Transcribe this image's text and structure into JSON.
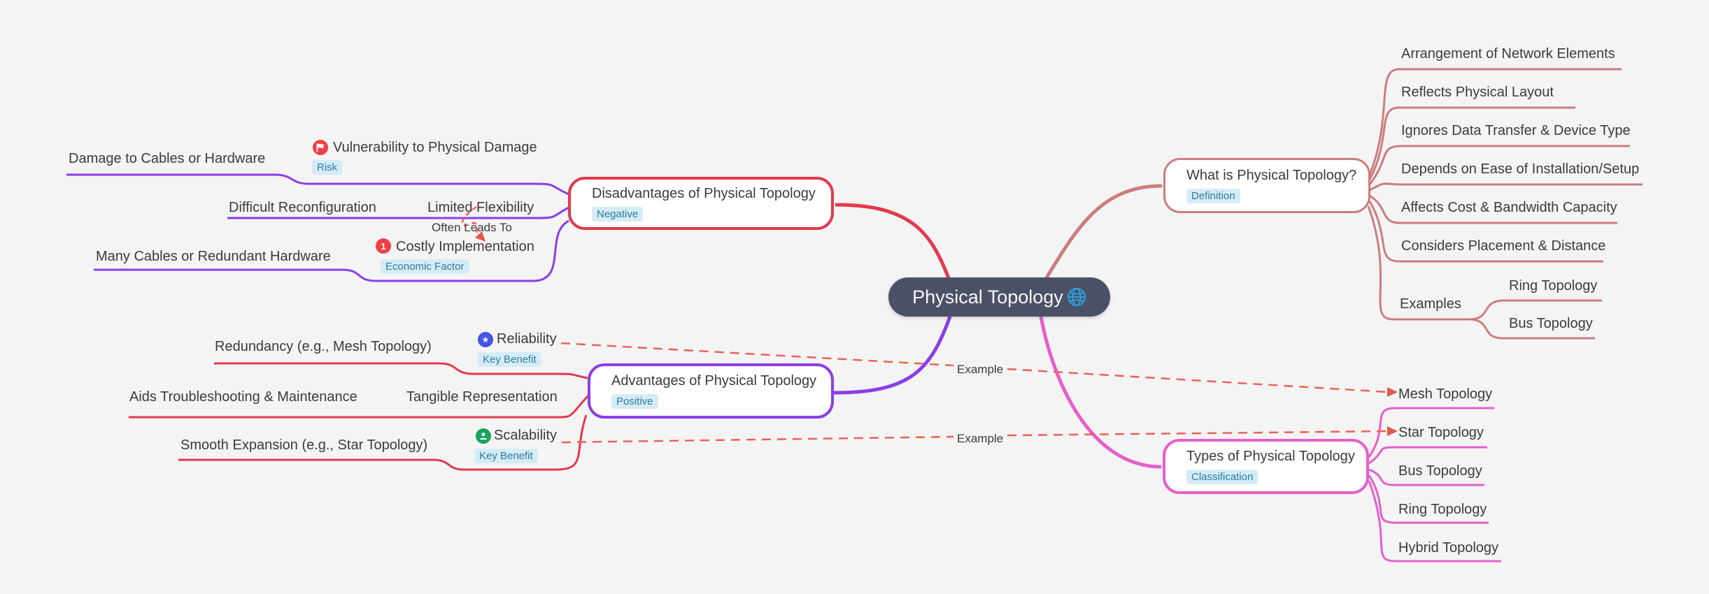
{
  "root": {
    "label": "Physical Topology",
    "icon": "globe-icon"
  },
  "branches": [
    {
      "id": "definition",
      "title": "What is Physical Topology?",
      "badge": "Definition",
      "color": "#cb7d7d",
      "children": [
        {
          "label": "Arrangement of Network Elements"
        },
        {
          "label": "Reflects Physical Layout"
        },
        {
          "label": "Ignores Data Transfer & Device Type"
        },
        {
          "label": "Depends on Ease of Installation/Setup"
        },
        {
          "label": "Affects Cost & Bandwidth Capacity"
        },
        {
          "label": "Considers Placement & Distance"
        },
        {
          "label": "Examples",
          "children": [
            {
              "label": "Ring Topology"
            },
            {
              "label": "Bus Topology"
            }
          ]
        }
      ]
    },
    {
      "id": "disadvantages",
      "title": "Disadvantages of Physical Topology",
      "badge": "Negative",
      "color": "#e2394b",
      "children": [
        {
          "label": "Vulnerability to Physical Damage",
          "badge": "Risk",
          "icon": "flag-icon",
          "children": [
            {
              "label": "Damage to Cables or Hardware"
            }
          ]
        },
        {
          "label": "Limited Flexibility",
          "children": [
            {
              "label": "Difficult Reconfiguration"
            }
          ]
        },
        {
          "label": "Costly Implementation",
          "badge": "Economic Factor",
          "icon": "number-one-icon",
          "children": [
            {
              "label": "Many Cables or Redundant Hardware"
            }
          ]
        }
      ]
    },
    {
      "id": "advantages",
      "title": "Advantages of Physical Topology",
      "badge": "Positive",
      "color": "#8b3ee8",
      "children": [
        {
          "label": "Reliability",
          "badge": "Key Benefit",
          "icon": "star-icon",
          "children": [
            {
              "label": "Redundancy (e.g., Mesh Topology)"
            }
          ]
        },
        {
          "label": "Tangible Representation",
          "children": [
            {
              "label": "Aids Troubleshooting & Maintenance"
            }
          ]
        },
        {
          "label": "Scalability",
          "badge": "Key Benefit",
          "icon": "person-icon",
          "children": [
            {
              "label": "Smooth Expansion (e.g., Star Topology)"
            }
          ]
        }
      ]
    },
    {
      "id": "types",
      "title": "Types of Physical Topology",
      "badge": "Classification",
      "color": "#e55fc9",
      "children": [
        {
          "label": "Mesh Topology"
        },
        {
          "label": "Star Topology"
        },
        {
          "label": "Bus Topology"
        },
        {
          "label": "Ring Topology"
        },
        {
          "label": "Hybrid Topology"
        }
      ]
    }
  ],
  "edge_labels": {
    "often_leads_to": "Often Leads To",
    "example_top": "Example",
    "example_bottom": "Example"
  },
  "cross_links": [
    {
      "label": "Example",
      "from": "Reliability",
      "to": "Mesh Topology"
    },
    {
      "label": "Example",
      "from": "Scalability",
      "to": "Star Topology"
    },
    {
      "label": "Often Leads To",
      "from": "Limited Flexibility",
      "to": "Costly Implementation"
    }
  ],
  "colors": {
    "background": "#f4f4f5",
    "center_node_bg": "#4a5167",
    "center_node_text": "#f7f7f8",
    "definition_branch": "#cb7d7d",
    "disadvantages_branch": "#e2394b",
    "advantages_branch": "#8b3ee8",
    "types_branch": "#e55fc9",
    "disadvantage_child_lines": "#8b3ee8",
    "advantage_child_lines": "#e2394b",
    "dashed_link": "#ee6055",
    "badge_bg": "#d5ecf7",
    "badge_text": "#2a7da0",
    "text": "#3b3b3b",
    "globe_icon": "#2aa2dc",
    "flag_icon_bg": "#ef4043",
    "number_one_icon_bg": "#ef4043",
    "star_icon_bg": "#4453e8",
    "person_icon_bg": "#18a45c"
  }
}
